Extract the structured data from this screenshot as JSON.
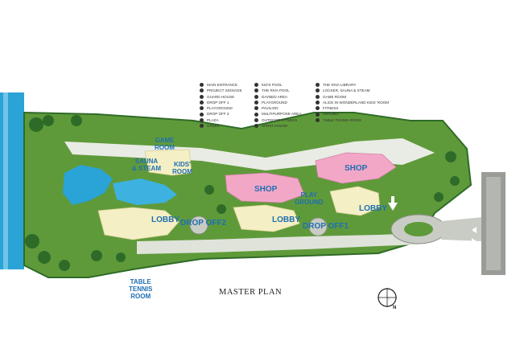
{
  "title": "MASTER PLAN",
  "compass_letter": "N",
  "legend": {
    "col1": [
      "MAIN ENTRANCE",
      "PROJECT SIGNAGE",
      "GUARD HOUSE",
      "DROP OFF 1",
      "PLAYGROUND",
      "DROP OFF 2",
      "PLAZA",
      "CREEK"
    ],
    "col2": [
      "KID'S POOL",
      "THE RIVA POOL",
      "DAYBED AREA",
      "PLAYGROUND",
      "PAVILION",
      "MULTIPURPOSE AREA",
      "OUTDOOR FITNESS",
      "SPIRIT HOUSE"
    ],
    "col3": [
      "THE RIVA LIBRARY",
      "LOCKER, SAUNA & STEAM",
      "GAME ROOM",
      "ALICE IN WONDERLAND KIDS' ROOM",
      "FITNESS",
      "AEROBIC",
      "TABLE TENNIS ROOM"
    ]
  },
  "labels": {
    "river": "",
    "multipurpose_yard": "",
    "steam_room": "",
    "sauna_steam": "SAUNA\n& STEAM",
    "game_room": "GAME\nROOM",
    "kids_room": "KIDS'\nROOM",
    "swimming_pool": "",
    "pool_2": "",
    "building_a": "",
    "fitness": "",
    "lobby_a": "LOBBY",
    "drop_off_2": "DROP OFF2",
    "aerobic": "",
    "table_tennis_room": "TABLE\nTENNIS\nROOM",
    "outdoor_fitness": "",
    "shop_b": "SHOP",
    "building_b": "",
    "play_ground": "PLAY\nGROUND",
    "lobby_b": "LOBBY",
    "drop_off_1": "DROP OFF1",
    "sales_office": "",
    "shop_c": "SHOP",
    "building_c": "",
    "lobby_c": "LOBBY",
    "parking_entrance": "",
    "guard_house": "",
    "entrance_exit": ""
  },
  "colors": {
    "green": "#5f9a3a",
    "dark_green": "#2f6b28",
    "pink": "#f3a7c7",
    "pale_yellow": "#f4efc4",
    "water": "#2aa3d6",
    "label_blue": "#1f6fb2"
  }
}
